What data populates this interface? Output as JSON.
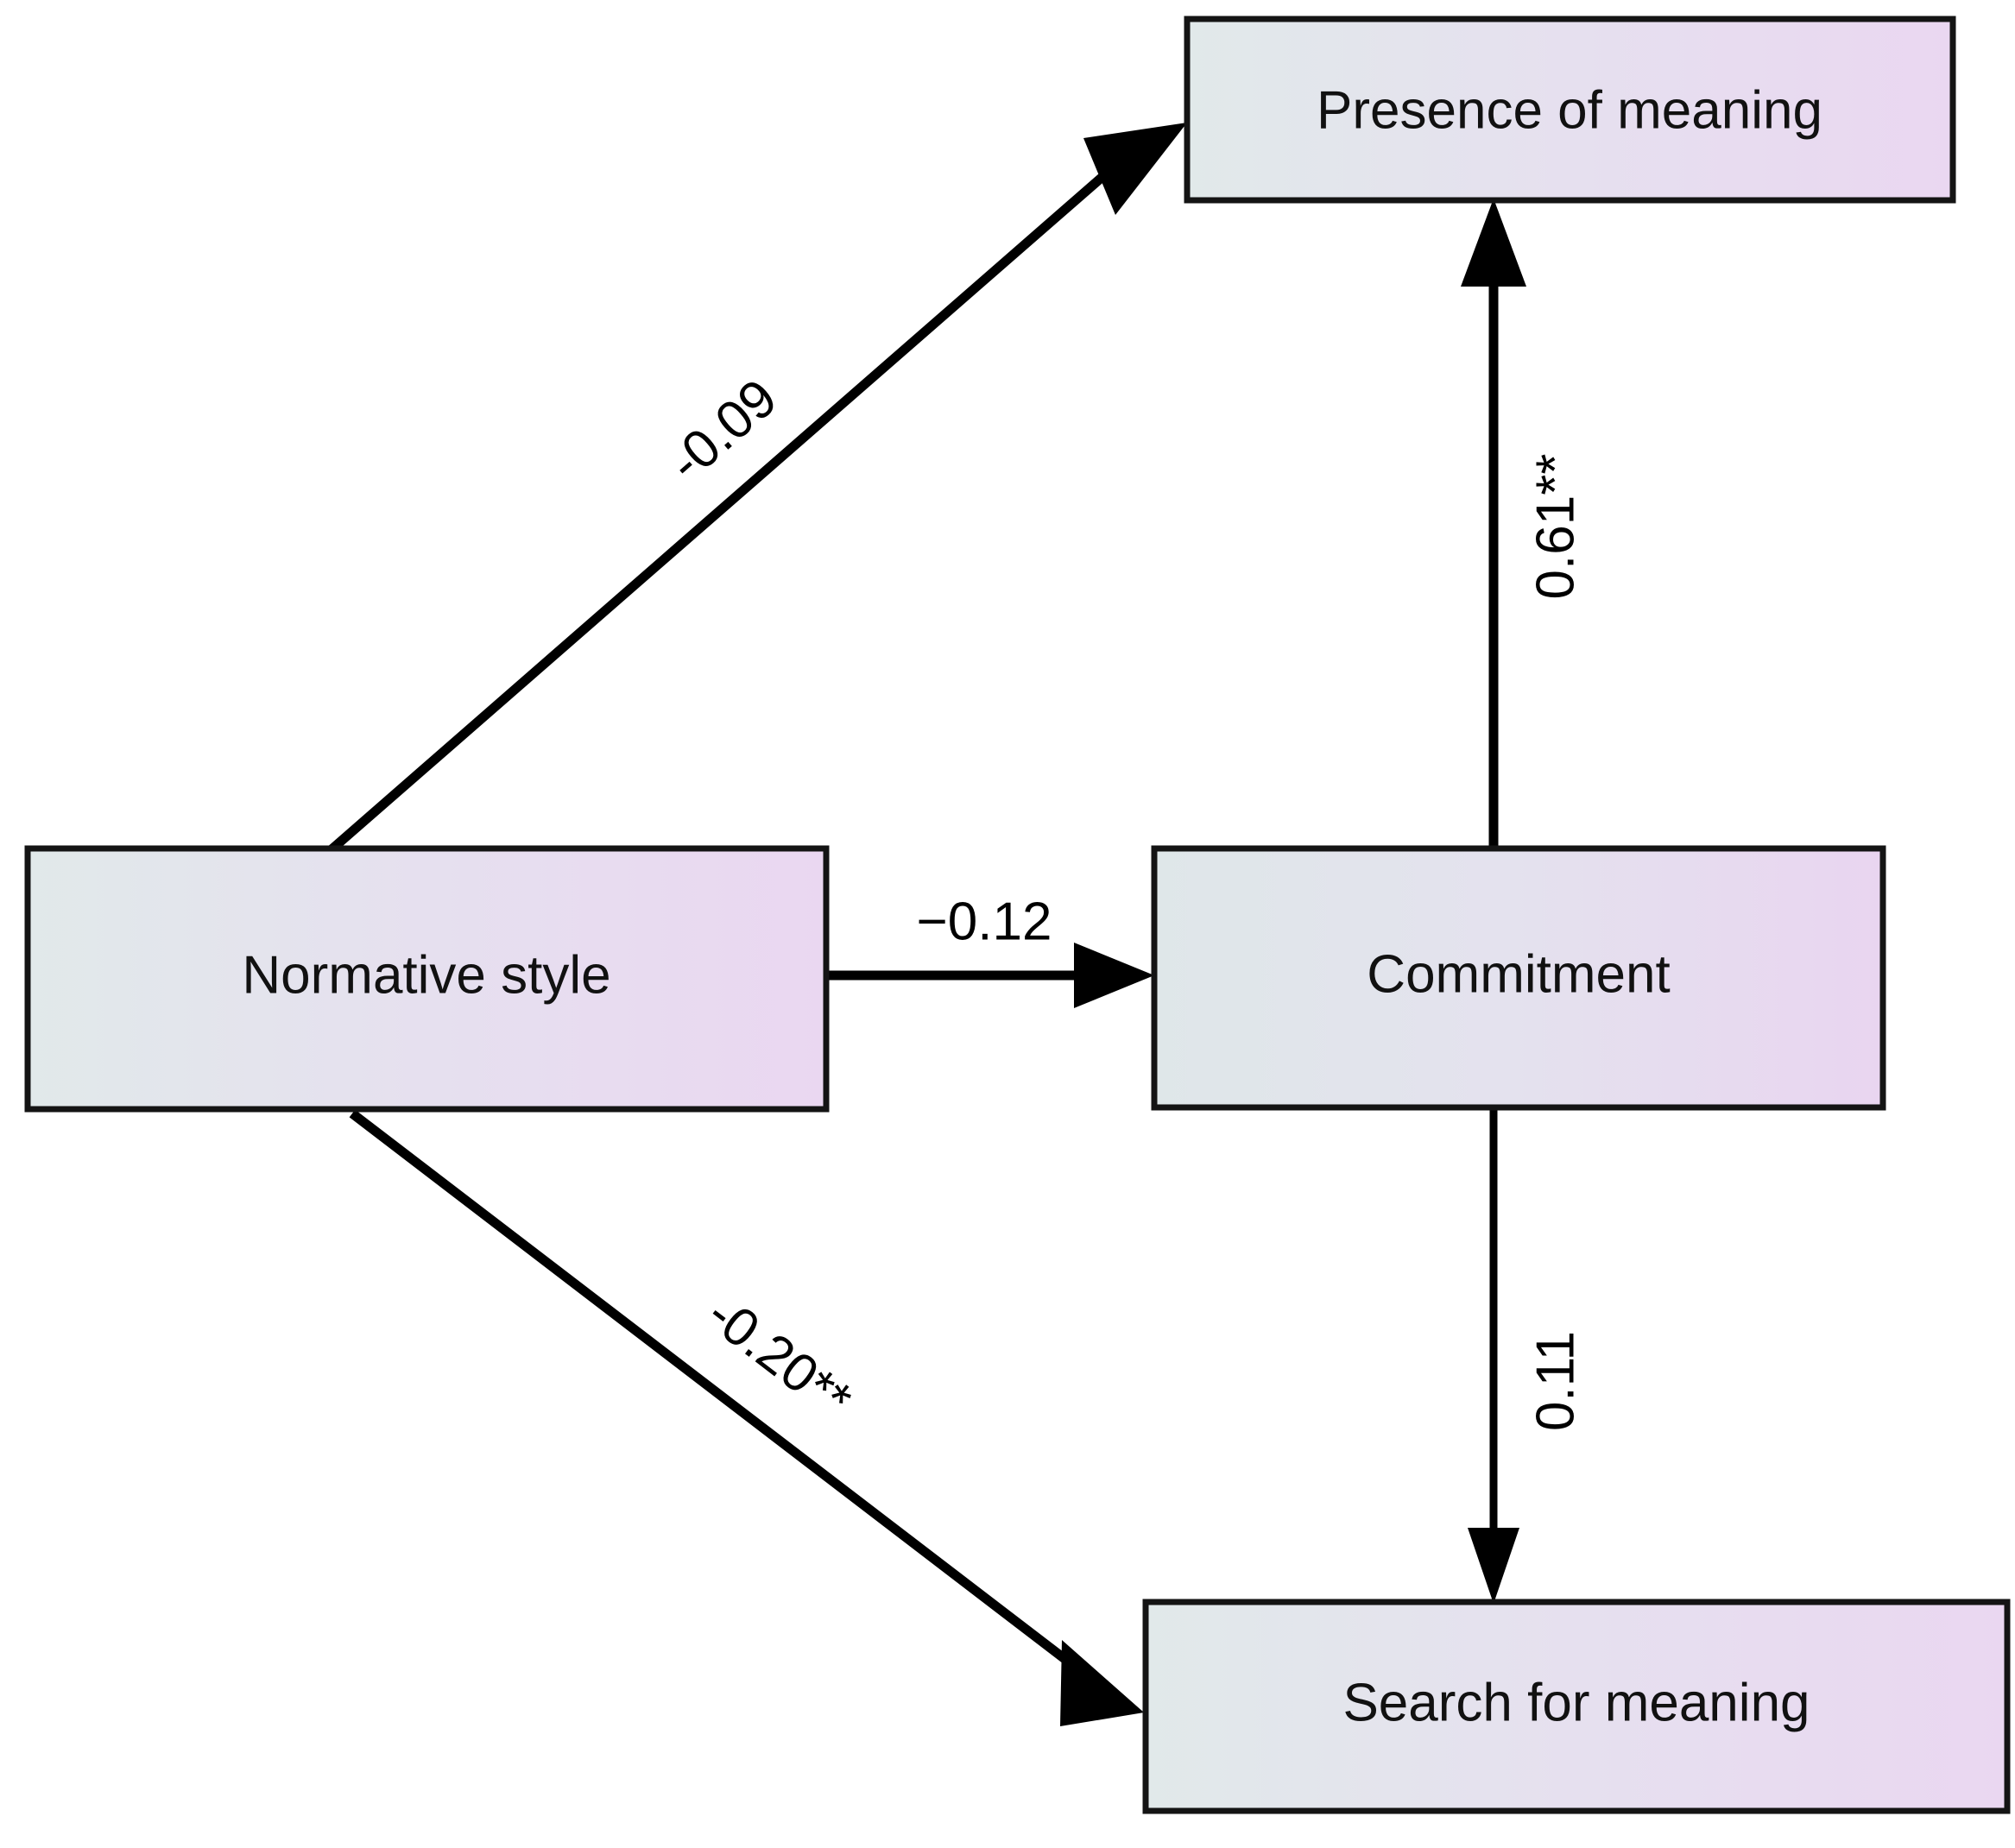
{
  "diagram": {
    "title": "Structural path model: Normative style, Commitment and meaning in life",
    "type": "path-diagram",
    "background_color": "#ffffff",
    "node_style": {
      "gradient_start_color": "#dfe7e9",
      "gradient_end_color": "#e9d5f0",
      "border_color": "#141414",
      "text_color": "#111111"
    },
    "edge_style": {
      "line_color": "#000000",
      "label_color": "#000000"
    },
    "nodes": [
      {
        "id": "normative_style",
        "label": "Normative style"
      },
      {
        "id": "commitment",
        "label": "Commitment"
      },
      {
        "id": "presence_of_meaning",
        "label": "Presence of meaning"
      },
      {
        "id": "search_for_meaning",
        "label": "Search for meaning"
      }
    ],
    "edges": [
      {
        "id": "ns_to_pom",
        "from": "normative_style",
        "to": "presence_of_meaning",
        "label": "-0.09",
        "coefficient": -0.09,
        "significance": "",
        "direction": "diagonal-up-right"
      },
      {
        "id": "ns_to_com",
        "from": "normative_style",
        "to": "commitment",
        "label": "−0.12",
        "coefficient": -0.12,
        "significance": "",
        "direction": "horizontal-right"
      },
      {
        "id": "ns_to_sfm",
        "from": "normative_style",
        "to": "search_for_meaning",
        "label": "-0.20**",
        "coefficient": -0.2,
        "significance": "**",
        "direction": "diagonal-down-right"
      },
      {
        "id": "com_to_pom",
        "from": "commitment",
        "to": "presence_of_meaning",
        "label": "0.61**",
        "coefficient": 0.61,
        "significance": "**",
        "direction": "vertical-up"
      },
      {
        "id": "com_to_sfm",
        "from": "commitment",
        "to": "search_for_meaning",
        "label": "0.11",
        "coefficient": 0.11,
        "significance": "",
        "direction": "vertical-down"
      }
    ]
  },
  "chart_data": {
    "type": "diagram",
    "title": "",
    "nodes": [
      "Normative style",
      "Commitment",
      "Presence of meaning",
      "Search for meaning"
    ],
    "edges": [
      {
        "source": "Normative style",
        "target": "Presence of meaning",
        "value": -0.09,
        "label": "-0.09"
      },
      {
        "source": "Normative style",
        "target": "Commitment",
        "value": -0.12,
        "label": "−0.12"
      },
      {
        "source": "Normative style",
        "target": "Search for meaning",
        "value": -0.2,
        "label": "-0.20**"
      },
      {
        "source": "Commitment",
        "target": "Presence of meaning",
        "value": 0.61,
        "label": "0.61**"
      },
      {
        "source": "Commitment",
        "target": "Search for meaning",
        "value": 0.11,
        "label": "0.11"
      }
    ]
  }
}
